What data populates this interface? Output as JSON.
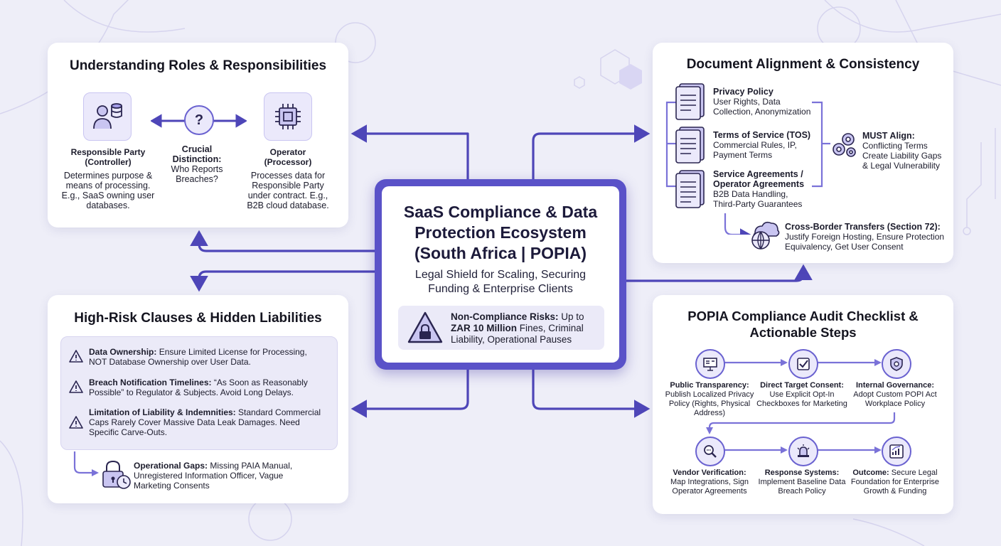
{
  "hub": {
    "title_lines": [
      "SaaS Compliance & Data",
      "Protection Ecosystem",
      "(South Africa | POPIA)"
    ],
    "subtitle_lines": [
      "Legal Shield for Scaling, Securing",
      "Funding & Enterprise Clients"
    ],
    "risk": {
      "prefix": "Non-Compliance Risks:",
      "line1_rest": " Up to",
      "bold2": "ZAR 10 Million",
      "line2_rest": " Fines, Criminal",
      "line3": "Liability, Operational Pauses"
    }
  },
  "roles": {
    "title": "Understanding Roles & Responsibilities",
    "controller": {
      "name_lines": [
        "Responsible Party",
        "(Controller)"
      ],
      "desc_lines": [
        "Determines purpose &",
        "means of processing.",
        "E.g., SaaS owning user",
        "databases."
      ]
    },
    "distinction": {
      "lines": [
        "Crucial",
        "Distinction:",
        "Who Reports",
        "Breaches?"
      ]
    },
    "operator": {
      "name_lines": [
        "Operator",
        "(Processor)"
      ],
      "desc_lines": [
        "Processes data for",
        "Responsible Party",
        "under contract. E.g.,",
        "B2B cloud database."
      ]
    }
  },
  "documents": {
    "title": "Document Alignment & Consistency",
    "items": [
      {
        "title": "Privacy Policy",
        "desc_lines": [
          "User Rights, Data",
          "Collection, Anonymization"
        ]
      },
      {
        "title": "Terms of Service (TOS)",
        "desc_lines": [
          "Commercial Rules, IP,",
          "Payment Terms"
        ]
      },
      {
        "title_lines": [
          "Service Agreements /",
          "Operator Agreements"
        ],
        "desc_lines": [
          "B2B Data Handling,",
          "Third-Party Guarantees"
        ]
      }
    ],
    "align": {
      "title": "MUST Align:",
      "desc_lines": [
        "Conflicting Terms",
        "Create Liability Gaps",
        "& Legal Vulnerability"
      ]
    },
    "cross_border": {
      "title": "Cross-Border Transfers (Section 72):",
      "desc_lines": [
        "Justify Foreign Hosting, Ensure Protection",
        "Equivalency, Get User Consent"
      ]
    }
  },
  "risks": {
    "title": "High-Risk Clauses & Hidden Liabilities",
    "items": [
      {
        "label": "Data Ownership:",
        "line1": " Ensure Limited License for Processing,",
        "rest": [
          "NOT Database Ownership over User Data."
        ]
      },
      {
        "label": "Breach Notification Timelines:",
        "line1": " “As Soon as Reasonably",
        "rest": [
          "Possible” to Regulator & Subjects. Avoid Long Delays."
        ]
      },
      {
        "label": "Limitation of Liability & Indemnities:",
        "line1": " Standard Commercial",
        "rest": [
          "Caps Rarely Cover Massive Data Leak Damages. Need",
          "Specific Carve-Outs."
        ]
      }
    ],
    "gaps": {
      "label": "Operational Gaps:",
      "line1": " Missing PAIA Manual,",
      "rest": [
        "Unregistered Information Officer, Vague",
        "Marketing Consents"
      ]
    }
  },
  "audit": {
    "title_lines": [
      "POPIA Compliance Audit Checklist &",
      "Actionable Steps"
    ],
    "steps": [
      {
        "label": "Public Transparency:",
        "desc_lines": [
          "Publish Localized Privacy",
          "Policy (Rights, Physical",
          "Address)"
        ],
        "icon": "presentation-icon"
      },
      {
        "label": "Direct Target Consent:",
        "desc_lines": [
          "Use Explicit Opt-In",
          "Checkboxes for Marketing"
        ],
        "icon": "checkbox-icon"
      },
      {
        "label": "Internal Governance:",
        "desc_lines": [
          "Adopt Custom POPI Act",
          "Workplace Policy"
        ],
        "icon": "shield-icon"
      },
      {
        "label": "Vendor Verification:",
        "desc_lines": [
          "Map Integrations, Sign",
          "Operator Agreements"
        ],
        "icon": "magnifier-icon"
      },
      {
        "label": "Response Systems:",
        "desc_lines": [
          "Implement Baseline Data",
          "Breach Policy"
        ],
        "icon": "alarm-icon"
      },
      {
        "label": "Outcome:",
        "desc_lines": [
          "Secure Legal",
          "Foundation for Enterprise",
          "Growth & Funding"
        ],
        "label_inline": " Secure Legal",
        "icon": "growth-chart-icon"
      }
    ]
  },
  "colors": {
    "accent": "#5a52c8",
    "icon_bg": "#ebe9fb",
    "background": "#eeeef8"
  }
}
